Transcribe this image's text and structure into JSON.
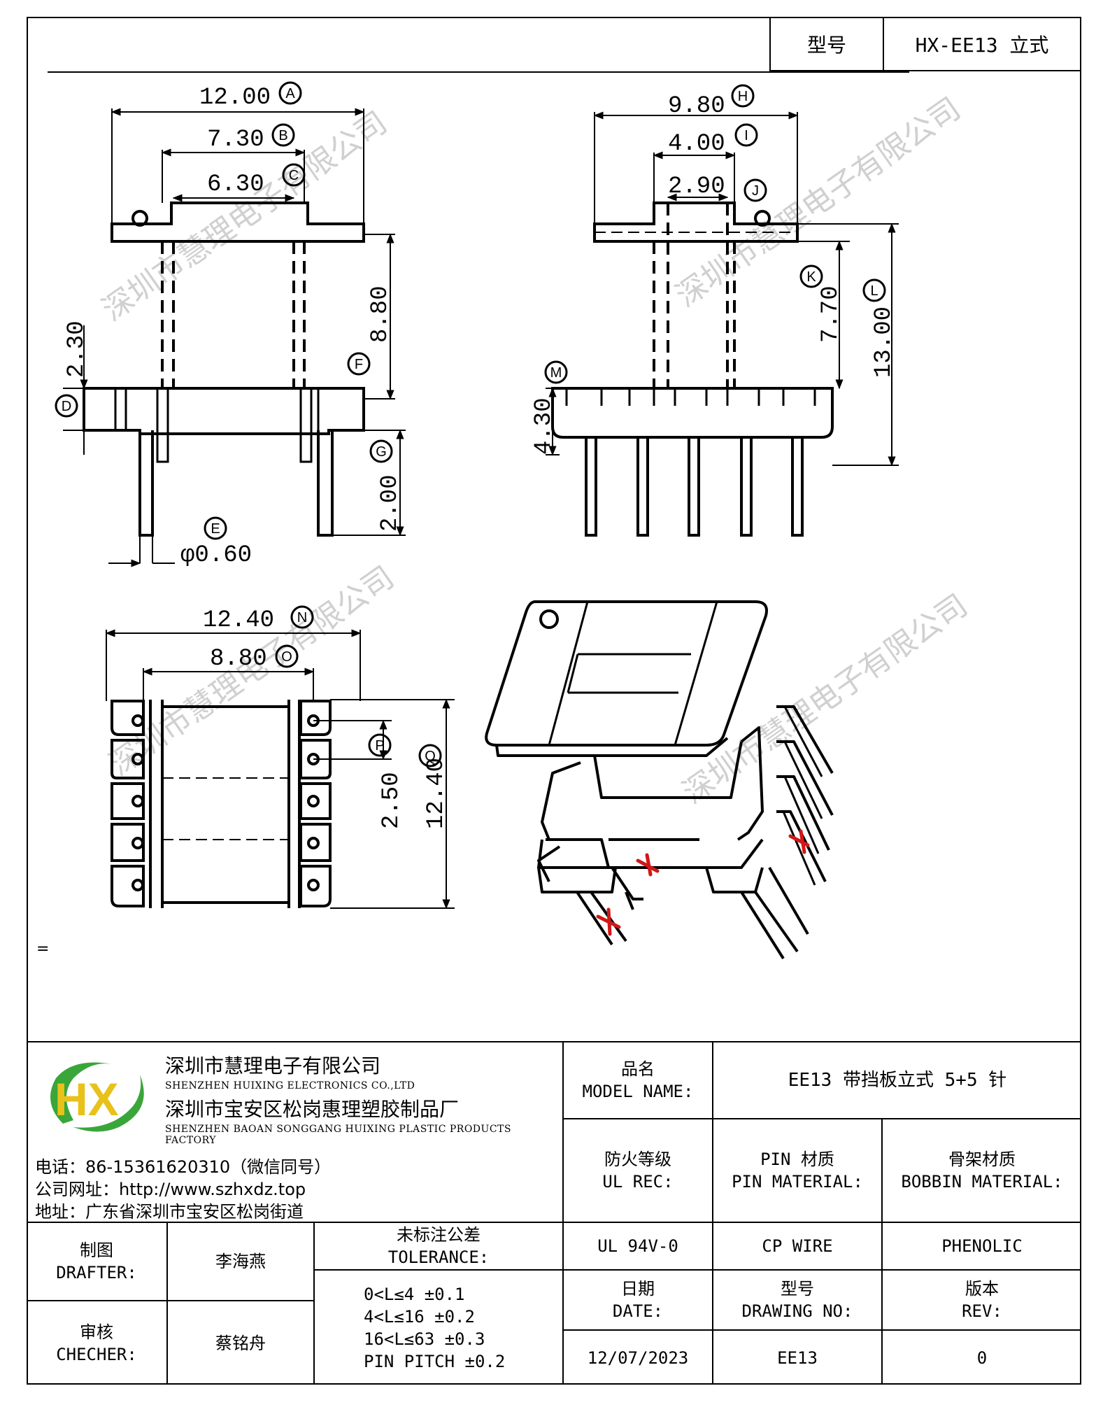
{
  "header": {
    "model_label": "型号",
    "model_value": "HX-EE13 立式"
  },
  "dimensions": {
    "A": "12.00",
    "B": "7.30",
    "C": "6.30",
    "D": "2.30",
    "E": "φ0.60",
    "F": "8.80",
    "G": "2.00",
    "H": "9.80",
    "I": "4.00",
    "J": "2.90",
    "K": "7.70",
    "L": "13.00",
    "M": "4.30",
    "N": "12.40",
    "O": "8.80",
    "P": "2.50",
    "Q": "12.40"
  },
  "callouts": {
    "A": "A",
    "B": "B",
    "C": "C",
    "D": "D",
    "E": "E",
    "F": "F",
    "G": "G",
    "H": "H",
    "I": "I",
    "J": "J",
    "K": "K",
    "L": "L",
    "M": "M",
    "N": "N",
    "O": "O",
    "P": "P",
    "Q": "Q"
  },
  "watermark": "深圳市慧理电子有限公司",
  "stray_mark": "=",
  "company": {
    "name_cn": "深圳市慧理电子有限公司",
    "name_en": "SHENZHEN HUIXING ELECTRONICS CO.,LTD",
    "factory_cn": "深圳市宝安区松岗惠理塑胶制品厂",
    "factory_en": "SHENZHEN BAOAN SONGGANG HUIXING PLASTIC PRODUCTS FACTORY",
    "phone": "电话：86-15361620310（微信同号）",
    "website": "公司网址：http://www.szhxdz.top",
    "address": "地址：广东省深圳市宝安区松岗街道",
    "logo_letters": "HX",
    "logo_green": "#3aa63a",
    "logo_yellow": "#e8c21a"
  },
  "title_block": {
    "model_name_cn": "品名",
    "model_name_en": "MODEL NAME:",
    "model_name_value": "EE13 带挡板立式 5+5 针",
    "ul_cn": "防火等级",
    "ul_en": "UL REC:",
    "pin_cn": "PIN 材质",
    "pin_en": "PIN MATERIAL:",
    "bobbin_cn": "骨架材质",
    "bobbin_en": "BOBBIN MATERIAL:",
    "ul_value": "UL 94V-0",
    "pin_value": "CP WIRE",
    "bobbin_value": "PHENOLIC",
    "drafter_cn": "制图",
    "drafter_en": "DRAFTER:",
    "drafter_name": "李海燕",
    "checker_cn": "审核",
    "checker_en": "CHECHER:",
    "checker_name": "蔡铭舟",
    "tolerance_cn": "未标注公差",
    "tolerance_en": "TOLERANCE:",
    "tolerance_lines": [
      "0<L≤4  ±0.1",
      "4<L≤16 ±0.2",
      "16<L≤63 ±0.3",
      "PIN PITCH ±0.2"
    ],
    "date_cn": "日期",
    "date_en": "DATE:",
    "drawing_no_cn": "型号",
    "drawing_no_en": "DRAWING NO:",
    "rev_cn": "版本",
    "rev_en": "REV:",
    "date_value": "12/07/2023",
    "drawing_no_value": "EE13",
    "rev_value": "0"
  }
}
